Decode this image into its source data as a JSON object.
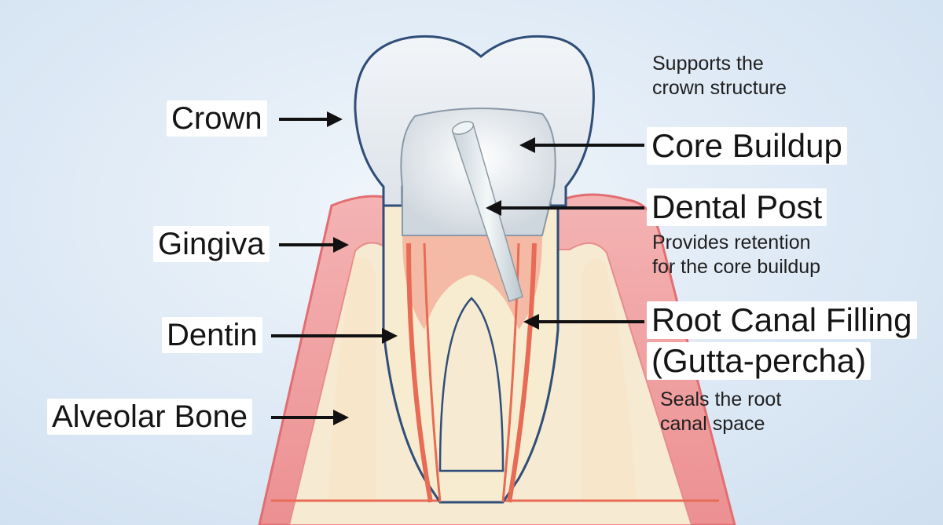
{
  "labels": {
    "crown": "Crown",
    "gingiva": "Gingiva",
    "dentin": "Dentin",
    "alveolar_bone": "Alveolar Bone",
    "core_buildup": "Core Buildup",
    "dental_post": "Dental Post",
    "root_canal_filling_line1": "Root Canal Filling",
    "root_canal_filling_line2": "(Gutta-percha)"
  },
  "notes": {
    "crown_support": "Supports the\ncrown structure",
    "post_retention": "Provides retention\nfor the core buildup",
    "canal_seal": "Seals the root\ncanal space"
  },
  "colors": {
    "enamel": "#e6ebf0",
    "outline": "#2f4e78",
    "gingiva": "#f1a3a5",
    "bone": "#f6ead3",
    "canal": "#e86b55",
    "arrow": "#111111"
  }
}
